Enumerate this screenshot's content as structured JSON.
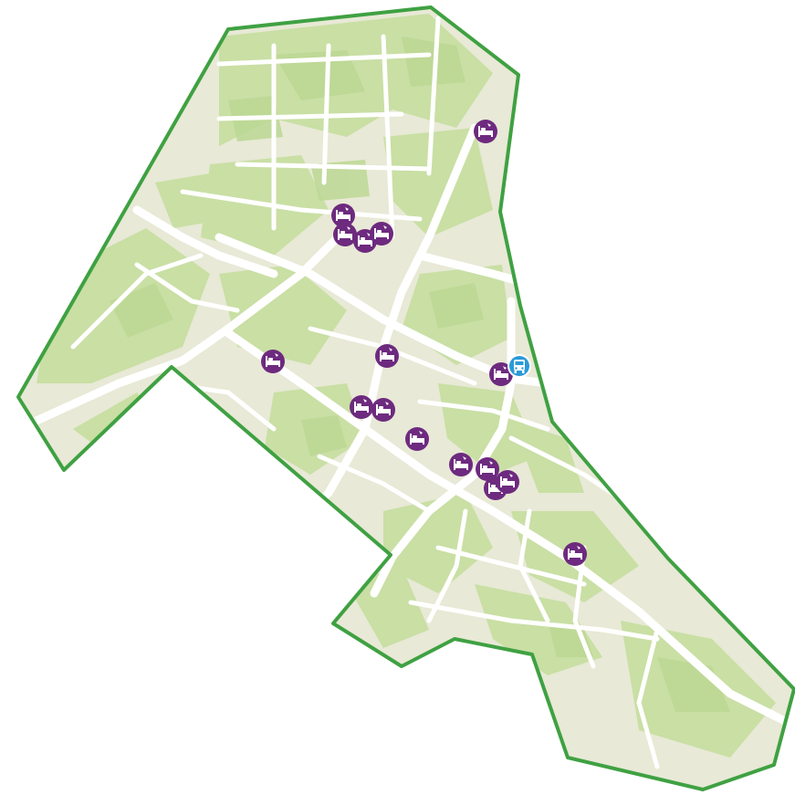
{
  "map": {
    "colors": {
      "background": "#ffffff",
      "land": "#e8e9d6",
      "vegetation": "#c9dfa4",
      "vegetation_dark": "#bcd894",
      "road": "#ffffff",
      "boundary": "#3fa142",
      "hotel_marker": "#6d2a7f",
      "transit_marker": "#2a9ad6",
      "icon": "#ffffff"
    },
    "markers": [
      {
        "type": "hotel",
        "icon": "bed-icon"
      },
      {
        "type": "hotel",
        "icon": "bed-icon"
      },
      {
        "type": "hotel",
        "icon": "bed-icon"
      },
      {
        "type": "hotel",
        "icon": "bed-icon"
      },
      {
        "type": "hotel",
        "icon": "bed-icon"
      },
      {
        "type": "hotel",
        "icon": "bed-icon"
      },
      {
        "type": "hotel",
        "icon": "bed-icon"
      },
      {
        "type": "hotel",
        "icon": "bed-icon"
      },
      {
        "type": "hotel",
        "icon": "bed-icon"
      },
      {
        "type": "hotel",
        "icon": "bed-icon"
      },
      {
        "type": "hotel",
        "icon": "bed-icon"
      },
      {
        "type": "hotel",
        "icon": "bed-icon"
      },
      {
        "type": "hotel",
        "icon": "bed-icon"
      },
      {
        "type": "hotel",
        "icon": "bed-icon"
      },
      {
        "type": "hotel",
        "icon": "bed-icon"
      },
      {
        "type": "hotel",
        "icon": "bed-icon"
      },
      {
        "type": "transit",
        "icon": "bus-icon"
      }
    ]
  }
}
